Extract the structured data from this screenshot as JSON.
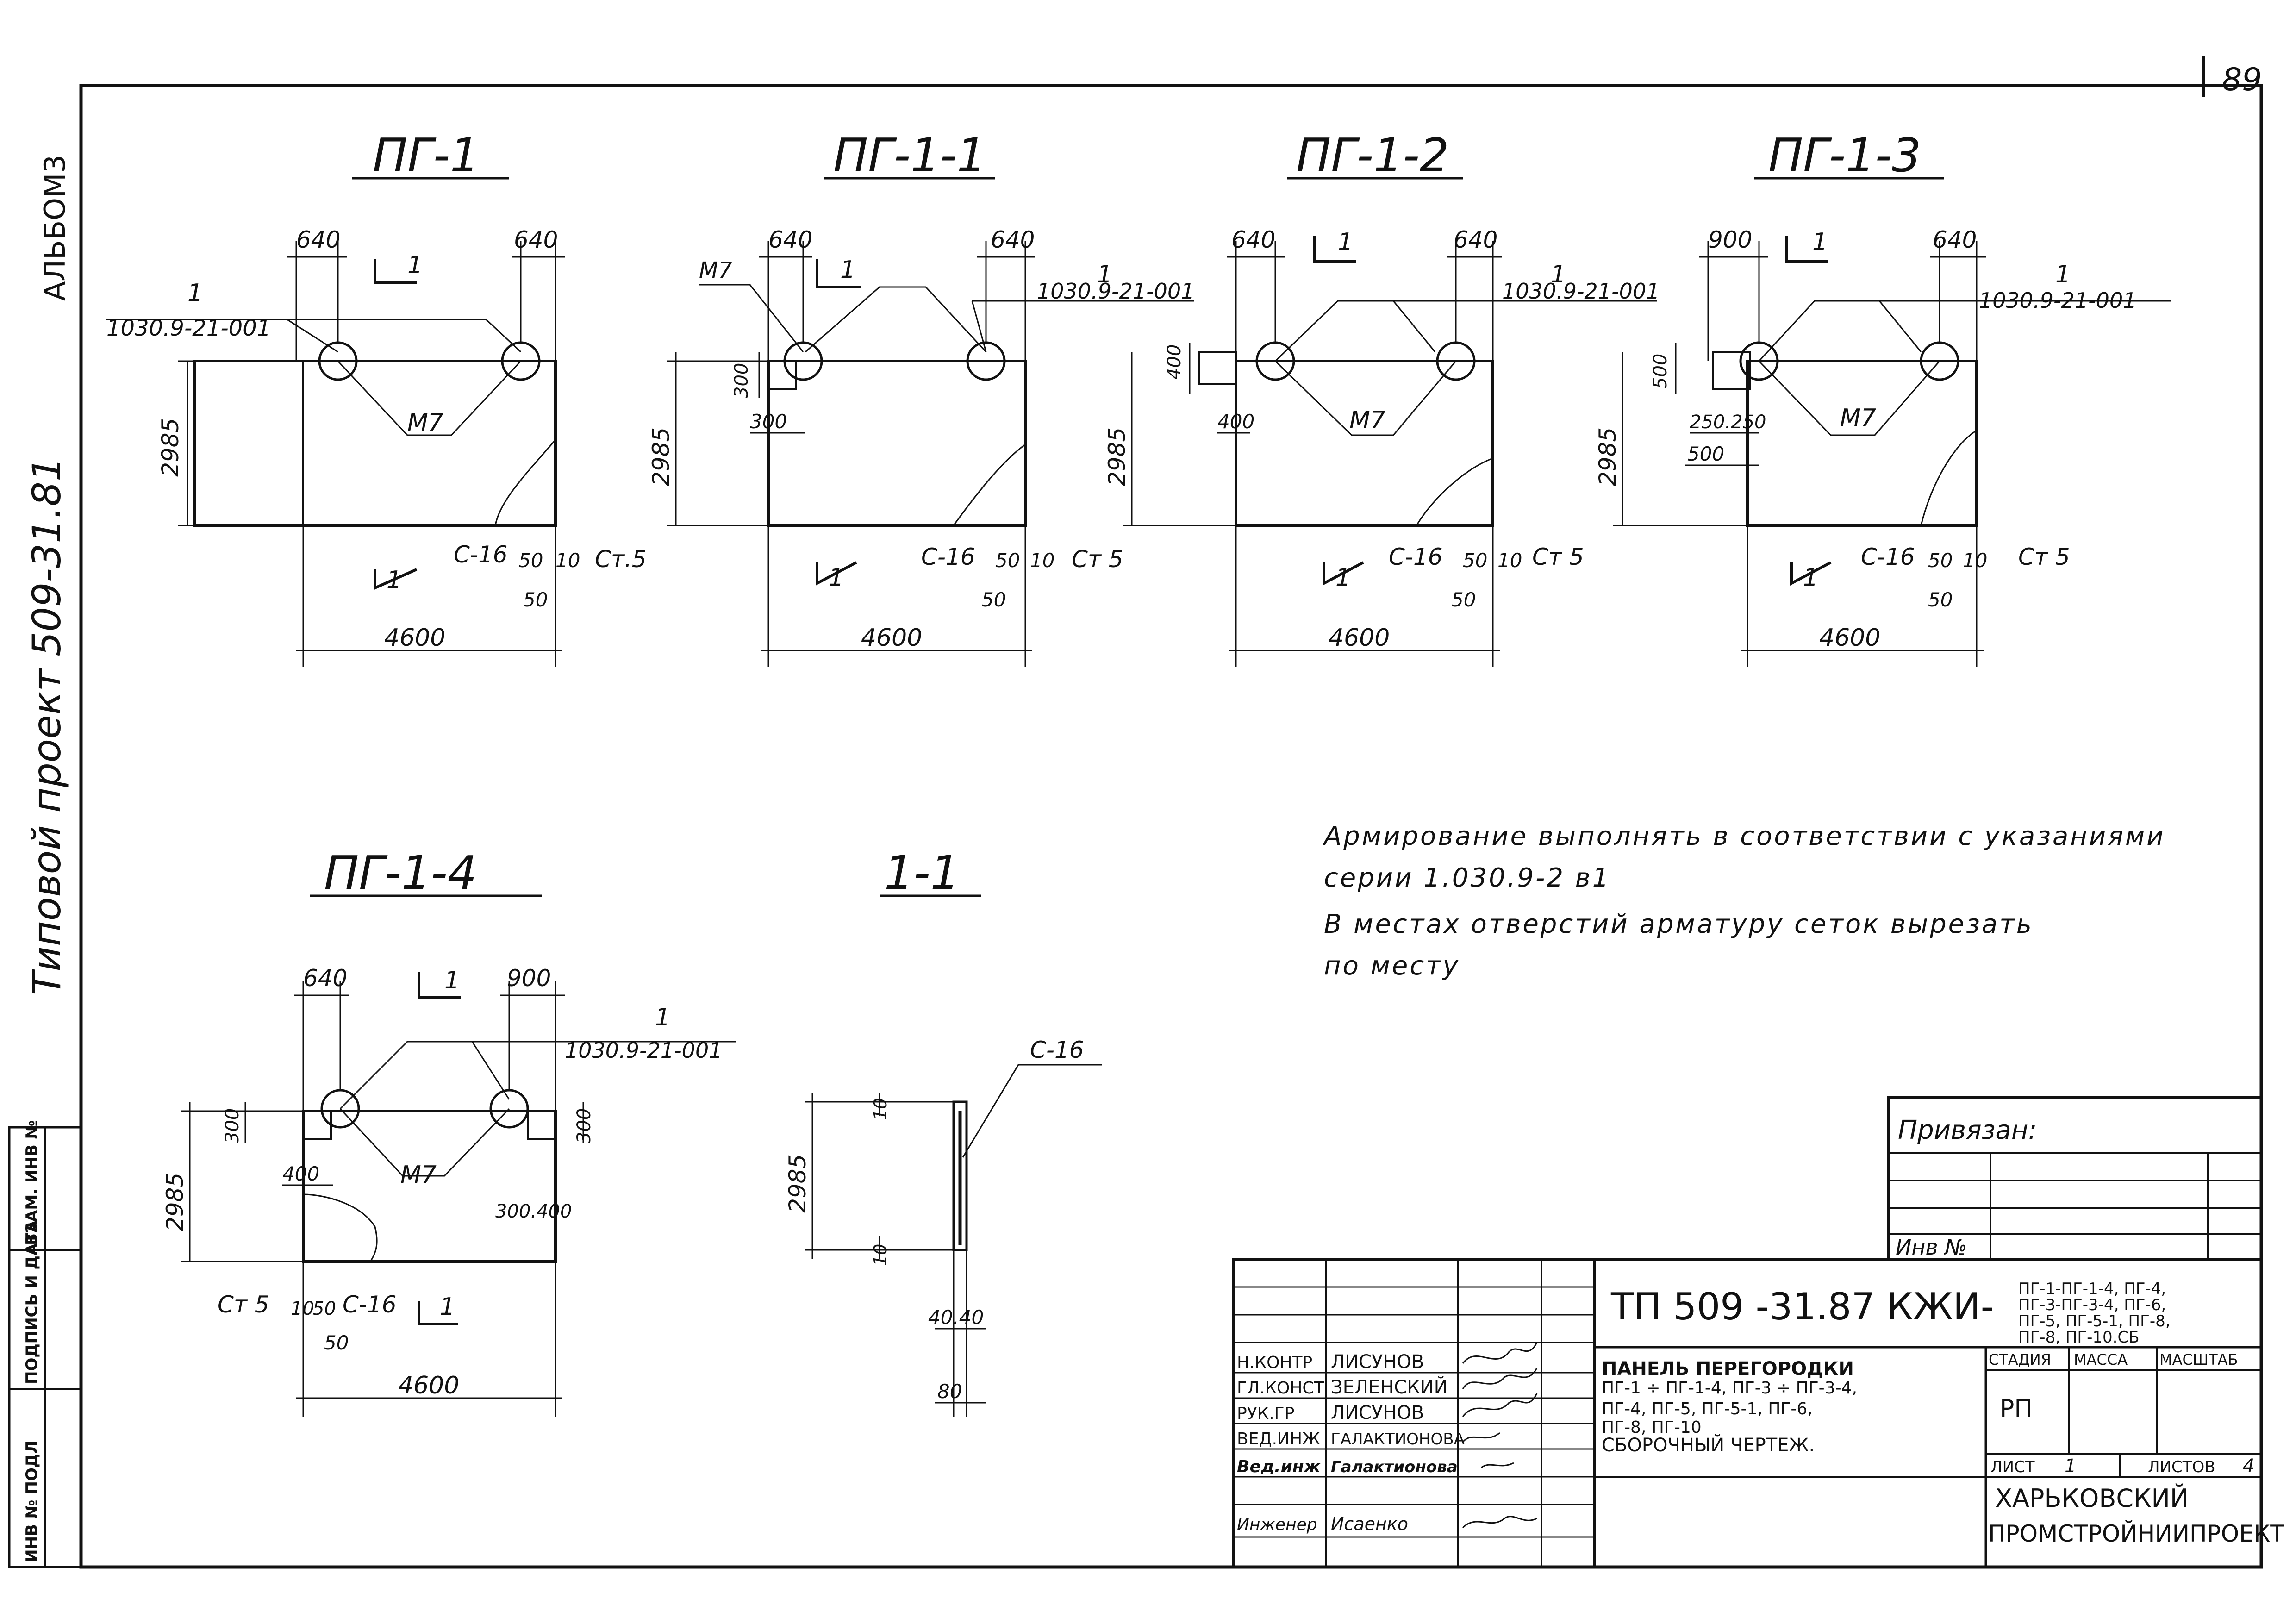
{
  "page_number": "89",
  "side": {
    "album": "АЛЬБОМ3",
    "project": "Типовой проект  509-31.81",
    "stamp_labels": [
      "ИНВ № ПОДЛ",
      "ПОДПИСЬ И ДАТА",
      "ВЗАМ. ИНВ №"
    ]
  },
  "panels": [
    {
      "title": "ПГ-1",
      "dim_top_left": "640",
      "dim_top_right": "640",
      "dim_height": "2985",
      "dim_width": "4600",
      "leader_number": "1",
      "leader_ref": "1030.9-21-001",
      "part_m": "М7",
      "mesh": "С-16",
      "bar": "Ст.5",
      "dim_50": "50",
      "dim_10": "10",
      "dim_50b": "50",
      "section_mark": "1"
    },
    {
      "title": "ПГ-1-1",
      "dim_top_left": "640",
      "dim_top_right": "640",
      "dim_height": "2985",
      "dim_width": "4600",
      "dim_hole_h": "300",
      "dim_hole_w": "300",
      "leader_number": "1",
      "leader_ref": "1030.9-21-001",
      "part_m": "М7",
      "mesh": "С-16",
      "bar": "Ст 5",
      "dim_50": "50",
      "dim_10": "10",
      "dim_50b": "50",
      "section_mark": "1"
    },
    {
      "title": "ПГ-1-2",
      "dim_top_left": "640",
      "dim_top_right": "640",
      "dim_height": "2985",
      "dim_width": "4600",
      "dim_hole_h": "400",
      "dim_hole_w": "400",
      "leader_number": "1",
      "leader_ref": "1030.9-21-001",
      "part_m": "М7",
      "mesh": "С-16",
      "bar": "Ст 5",
      "dim_50": "50",
      "dim_10": "10",
      "dim_50b": "50",
      "section_mark": "1"
    },
    {
      "title": "ПГ-1-3",
      "dim_top_left": "900",
      "dim_top_right": "640",
      "dim_height": "2985",
      "dim_width": "4600",
      "dim_hole_h": "500",
      "dim_hole_w": "250.250",
      "dim_hole_w2": "500",
      "leader_number": "1",
      "leader_ref": "1030.9-21-001",
      "part_m": "М7",
      "mesh": "С-16",
      "bar": "Ст 5",
      "dim_50": "50",
      "dim_10": "10",
      "dim_50b": "50",
      "section_mark": "1"
    },
    {
      "title": "ПГ-1-4",
      "dim_top_left": "640",
      "dim_top_right": "900",
      "dim_height": "2985",
      "dim_width": "4600",
      "dim_hole_h": "300",
      "dim_hole_w": "400",
      "dim_hole_r_h": "300",
      "dim_hole_r_w": "300.400",
      "leader_number": "1",
      "leader_ref": "1030.9-21-001",
      "part_m": "М7",
      "mesh": "С-16",
      "bar": "Ст 5",
      "dim_10": "10",
      "dim_50": "50",
      "dim_50b": "50",
      "section_mark": "1"
    }
  ],
  "section": {
    "title": "1-1",
    "mesh": "С-16",
    "dim_height": "2985",
    "dim_top": "10",
    "dim_bottom": "10",
    "dim_40": "40.40",
    "dim_80": "80"
  },
  "notes": [
    "Армирование выполнять в соответствии с указаниями",
    "серии 1.030.9-2 в1",
    "В местах отверстий арматуру сеток вырезать",
    "по месту"
  ],
  "privyazan": {
    "label": "Привязан:",
    "inv_label": "Инв №"
  },
  "title_block": {
    "code": "ТП 509 -31.87  КЖИ-",
    "code_tail": [
      "ПГ-1-ПГ-1-4, ПГ-4,",
      "ПГ-3-ПГ-3-4, ПГ-6,",
      "ПГ-5, ПГ-5-1, ПГ-8,",
      "ПГ-8, ПГ-10.СБ"
    ],
    "roles": [
      {
        "role": "Н.КОНТР",
        "name": "ЛИСУНОВ"
      },
      {
        "role": "ГЛ.КОНСТ",
        "name": "ЗЕЛЕНСКИЙ"
      },
      {
        "role": "РУК.ГР",
        "name": "ЛИСУНОВ"
      },
      {
        "role": "ВЕД.ИНЖ",
        "name": "ГАЛАКТИОНОВА"
      },
      {
        "role": "Вед.инж",
        "name": "Галактионова"
      },
      {
        "role": "Инженер",
        "name": "Исаенко"
      }
    ],
    "description": [
      "ПАНЕЛЬ ПЕРЕГОРОДКИ",
      "ПГ-1 ÷ ПГ-1-4, ПГ-3 ÷ ПГ-3-4,",
      "ПГ-4, ПГ-5, ПГ-5-1, ПГ-6,",
      "ПГ-8, ПГ-10",
      "СБОРОЧНЫЙ  ЧЕРТЕЖ."
    ],
    "stage_label": "СТАДИЯ",
    "mass_label": "МАССА",
    "scale_label": "МАСШТАБ",
    "stage": "РП",
    "sheet_label": "ЛИСТ",
    "sheet": "1",
    "sheets_label": "ЛИСТОВ",
    "sheets": "4",
    "org_line1": "ХАРЬКОВСКИЙ",
    "org_line2": "ПРОМСТРОЙНИИПРОЕКТ"
  }
}
